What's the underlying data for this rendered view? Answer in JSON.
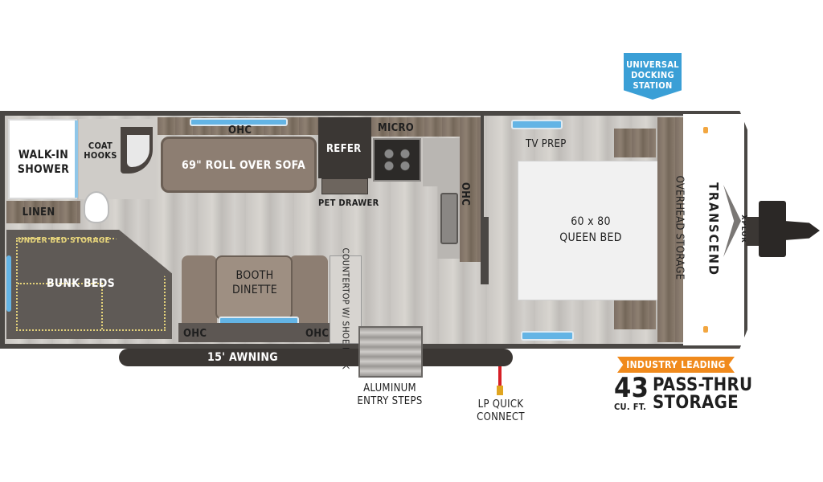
{
  "labels": {
    "walk_in_shower": "WALK-IN SHOWER",
    "coat_hooks": "COAT HOOKS",
    "linen": "LINEN",
    "under_bed_storage": "UNDER BED STORAGE",
    "bunk_beds": "BUNK BEDS",
    "ohc_top": "OHC",
    "sofa": "69\" ROLL OVER SOFA",
    "refer": "REFER",
    "micro": "MICRO",
    "pet_drawer": "PET DRAWER",
    "ohc_side": "OHC",
    "tv_prep": "TV PREP",
    "queen_bed": "60 x 80 QUEEN BED",
    "overhead_storage": "OVERHEAD STORAGE",
    "booth_dinette": "BOOTH DINETTE",
    "countertop": "COUNTERTOP W/ SHOE RACK",
    "ohc_left": "OHC",
    "ohc_right": "OHC",
    "awning": "15' AWNING",
    "entry_steps": "ALUMINUM ENTRY STEPS",
    "lp_connect": "LP QUICK CONNECT",
    "docking_station": "UNIVERSAL DOCKING STATION",
    "brand": "TRANSCEND",
    "brand_sub": "XPLOR"
  },
  "storage_badge": {
    "banner": "INDUSTRY LEADING",
    "number": "43",
    "unit": "CU. FT.",
    "headline1": "PASS-THRU",
    "headline2": "STORAGE"
  },
  "colors": {
    "accent_orange": "#f08a1c",
    "badge_blue": "#3a9fd6",
    "window_blue": "#63b4e5",
    "lp_red": "#d61f26"
  }
}
